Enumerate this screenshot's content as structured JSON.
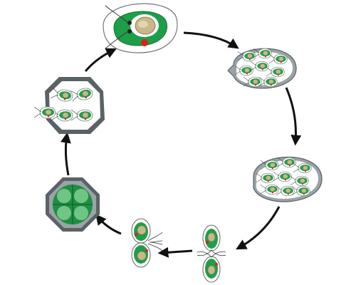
{
  "diagram": {
    "stages": [
      {
        "id": "vegetative-cell"
      },
      {
        "id": "zoospore-release"
      },
      {
        "id": "gametangium"
      },
      {
        "id": "gamete-fusion"
      },
      {
        "id": "planozygote"
      },
      {
        "id": "hypnozygote"
      },
      {
        "id": "meiotic-products"
      }
    ],
    "colors": {
      "chloroplast": "#1f9e4a",
      "chloroplast_light": "#7fcf8f",
      "nucleus": "#c9b78a",
      "nucleus_dark": "#9c8a5e",
      "eyespot": "#e11d1d",
      "wall_gray": "#9aa3a8",
      "wall_dark": "#5b6266",
      "arrow": "#111111",
      "flagella": "#333333"
    }
  }
}
